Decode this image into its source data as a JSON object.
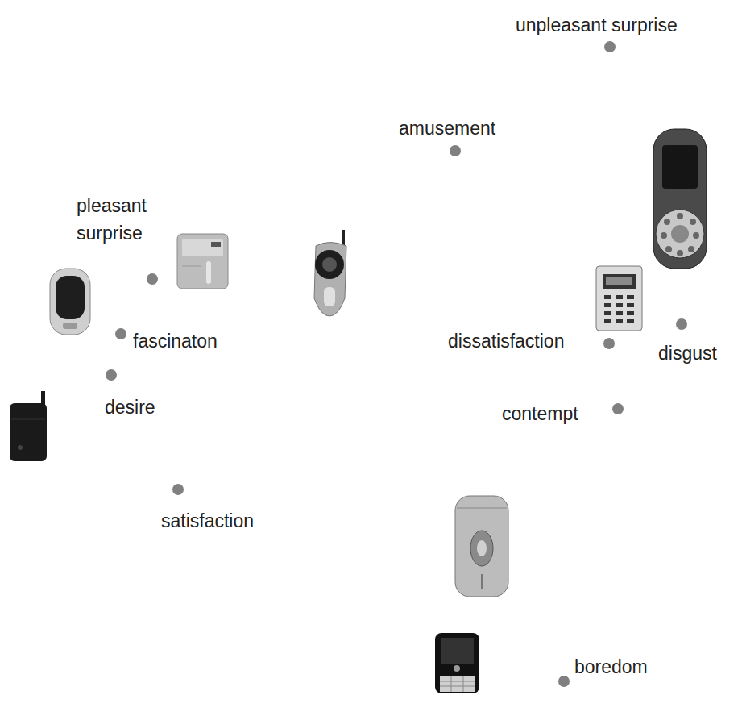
{
  "diagram": {
    "labels": [
      "unpleasant surprise",
      "amusement",
      "pleasant surprise",
      "fascinaton",
      "desire",
      "satisfaction",
      "dissatisfaction",
      "disgust",
      "contempt",
      "boredom"
    ]
  }
}
